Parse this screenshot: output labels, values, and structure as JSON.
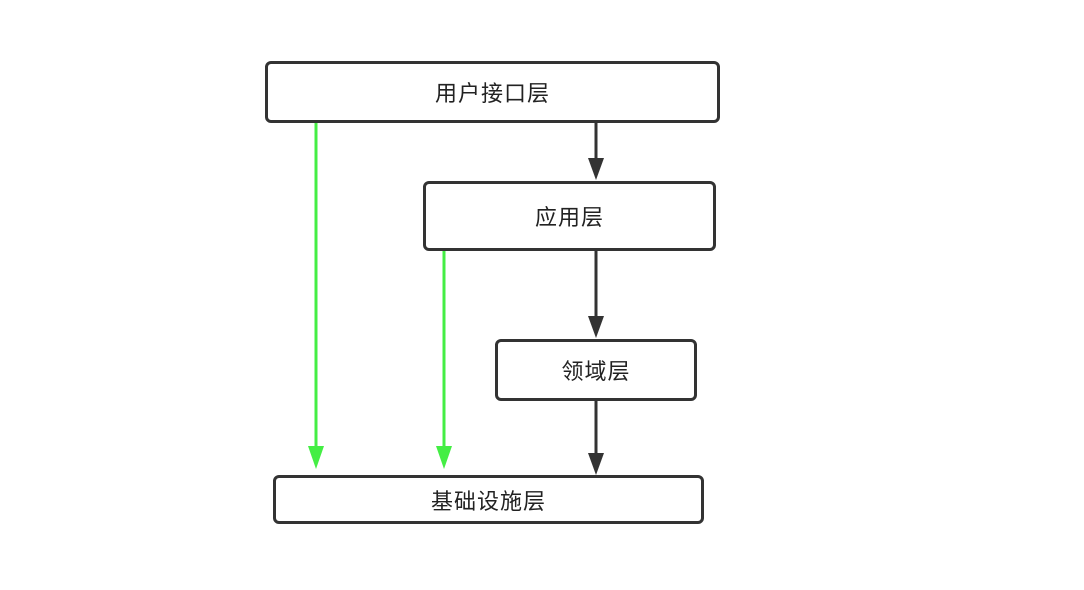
{
  "diagram": {
    "layers": {
      "user_interface": "用户接口层",
      "application": "应用层",
      "domain": "领域层",
      "infrastructure": "基础设施层"
    },
    "colors": {
      "box_border": "#333333",
      "dependency_arrow": "#333333",
      "direct_infra_arrow": "#44ee44"
    }
  }
}
